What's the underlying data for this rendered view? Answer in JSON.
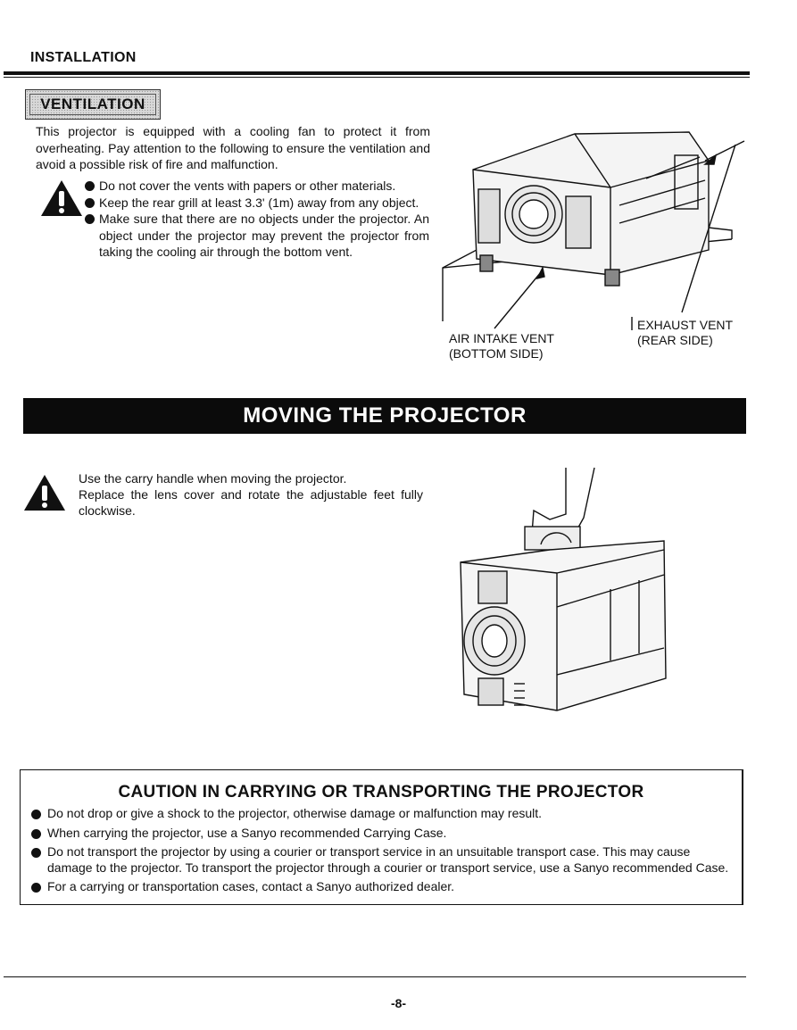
{
  "header": {
    "section": "INSTALLATION"
  },
  "ventilation": {
    "title": "VENTILATION",
    "intro": "This projector is equipped with a cooling fan to protect it from overheating. Pay attention to the following to ensure the ventilation and avoid a possible risk of fire and malfunction.",
    "bullets": [
      "Do not cover the vents with papers or other materials.",
      "Keep the rear grill at least 3.3' (1m) away from any object.",
      "Make sure that there are no objects under the projector. An object under the projector may prevent the projector from taking the cooling air through the bottom vent."
    ],
    "figure": {
      "air_intake_line1": "AIR INTAKE VENT",
      "air_intake_line2": "(BOTTOM SIDE)",
      "exhaust_line1": "EXHAUST VENT",
      "exhaust_line2": "(REAR SIDE)"
    }
  },
  "moving": {
    "title": "MOVING THE PROJECTOR",
    "text_line1": "Use the carry handle when moving the projector.",
    "text_line2": "Replace the lens cover and rotate the adjustable feet fully clockwise."
  },
  "caution": {
    "title": "CAUTION  IN CARRYING OR TRANSPORTING THE PROJECTOR",
    "items": [
      "Do not drop or give a shock to the projector, otherwise damage or malfunction may result.",
      "When carrying the projector, use a Sanyo recommended Carrying Case.",
      "Do not transport the projector by using a courier or transport service in an unsuitable transport case. This may cause damage to the projector. To transport the projector through a courier or transport service, use a Sanyo recommended Case.",
      "For a carrying or transportation cases, contact a Sanyo authorized dealer."
    ]
  },
  "footer": {
    "page_number": "-8-"
  },
  "colors": {
    "ink": "#111111",
    "band": "#0b0b0b",
    "screen": "#d8d8d8"
  }
}
